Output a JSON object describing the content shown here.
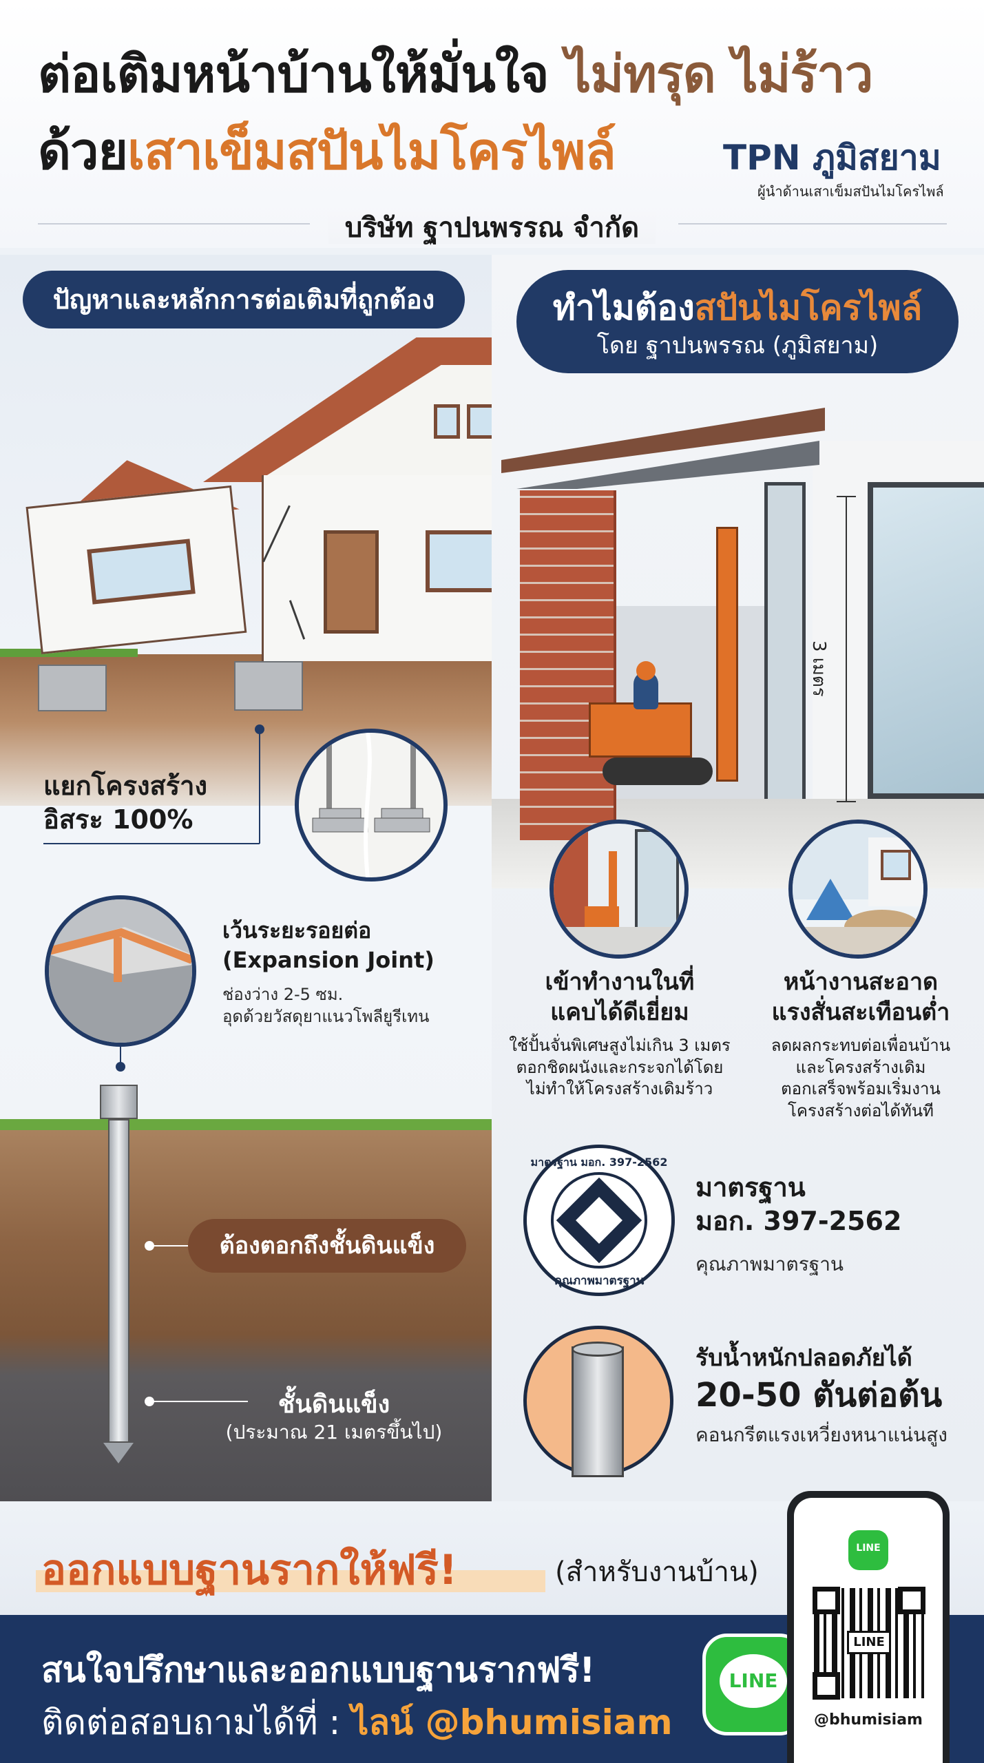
{
  "header": {
    "title_line1_a": "ต่อเติมหน้าบ้านให้มั่นใจ",
    "title_line1_b": "ไม่ทรุด ไม่ร้าว",
    "title_line2_a": "ด้วย",
    "title_line2_b": "เสาเข็มสปันไมโครไพล์",
    "brand_name": "TPN ภูมิสยาม",
    "brand_sub": "ผู้นำด้านเสาเข็มสปันไมโครไพล์",
    "company": "บริษัท ฐาปนพรรณ จำกัด"
  },
  "left": {
    "pill": "ปัญหาและหลักการต่อเติมที่ถูกต้อง",
    "separate_line1": "แยกโครงสร้าง",
    "separate_line2": "อิสระ 100%",
    "joint_title1": "เว้นระยะรอยต่อ",
    "joint_title2": "(Expansion Joint)",
    "joint_desc1": "ช่องว่าง 2-5 ซม.",
    "joint_desc2": "อุดด้วยวัสดุยาแนวโพลียูรีเทน",
    "hard_soil_pill": "ต้องตอกถึงชั้นดินแข็ง",
    "hard_soil_title": "ชั้นดินแข็ง",
    "hard_soil_sub": "(ประมาณ 21 เมตรขึ้นไป)"
  },
  "right": {
    "pill_title_a": "ทำไมต้อง",
    "pill_title_b": "สปันไมโครไพล์",
    "pill_sub": "โดย ฐาปนพรรณ (ภูมิสยาม)",
    "dimension": "3 เมตร",
    "feature1": {
      "title1": "เข้าทำงานในที่",
      "title2": "แคบได้ดีเยี่ยม",
      "desc1": "ใช้ปั้นจั่นพิเศษสูงไม่เกิน 3 เมตร",
      "desc2": "ตอกชิดผนังและกระจกได้โดย",
      "desc3": "ไม่ทำให้โครงสร้างเดิมร้าว"
    },
    "feature2": {
      "title1": "หน้างานสะอาด",
      "title2": "แรงสั่นสะเทือนต่ำ",
      "desc1": "ลดผลกระทบต่อเพื่อนบ้าน",
      "desc2": "และโครงสร้างเดิม",
      "desc3": "ตอกเสร็จพร้อมเริ่มงาน",
      "desc4": "โครงสร้างต่อได้ทันที"
    },
    "standard": {
      "badge_top": "มาตรฐาน มอก. 397-2562",
      "badge_bottom": "คุณภาพมาตรฐาน",
      "title1": "มาตรฐาน",
      "title2": "มอก. 397-2562",
      "sub": "คุณภาพมาตรฐาน"
    },
    "load": {
      "title": "รับน้ำหนักปลอดภัยได้",
      "value": "20-50 ตันต่อต้น",
      "sub": "คอนกรีตแรงเหวี่ยงหนาแน่นสูง"
    }
  },
  "bottom": {
    "free_title": "ออกแบบฐานรากให้ฟรี!",
    "free_note": "(สำหรับงานบ้าน)",
    "contact_line1": "สนใจปรึกษาและออกแบบฐานรากฟรี!",
    "contact_line2_a": "ติดต่อสอบถามได้ที่ : ",
    "contact_line2_b": "ไลน์ @bhumisiam",
    "line_label": "LINE",
    "phone_line_label": "LINE",
    "qr_label": "LINE",
    "handle": "@bhumisiam"
  },
  "colors": {
    "navy": "#213a66",
    "orange": "#d9772b",
    "brown": "#8a5a3a",
    "line_green": "#2ebd3f"
  }
}
